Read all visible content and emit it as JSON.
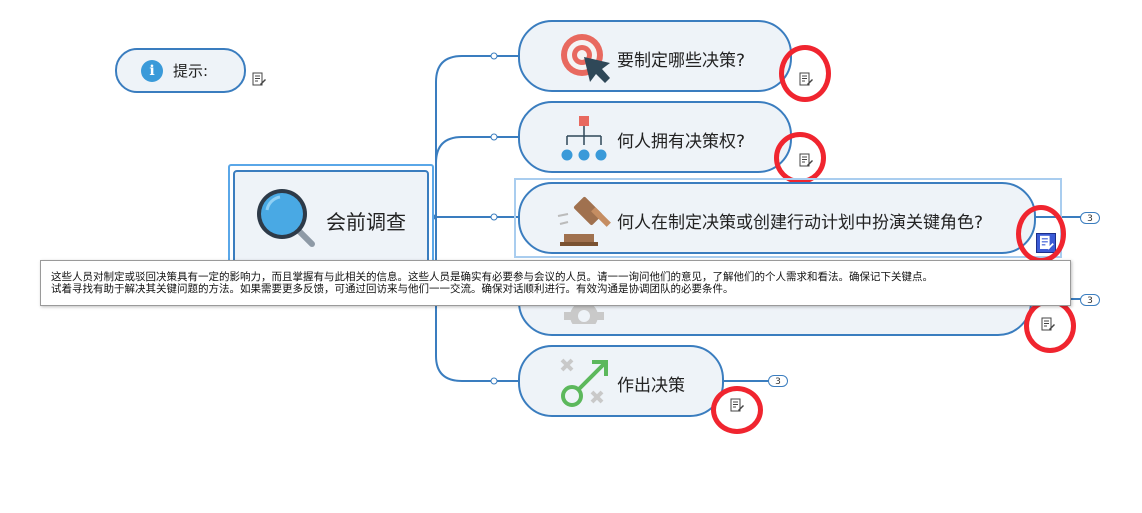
{
  "hint": {
    "label": "提示:"
  },
  "central": {
    "label": "会前调查"
  },
  "branches": [
    {
      "label": "要制定哪些决策?"
    },
    {
      "label": "何人拥有决策权?"
    },
    {
      "label": "何人在制定决策或创建行动计划中扮演关键角色?",
      "badge": "3"
    },
    {
      "label": "",
      "badge": "3"
    },
    {
      "label": "作出决策",
      "badge": "3"
    }
  ],
  "tooltip": {
    "line1": "这些人员对制定或驳回决策具有一定的影响力，而且掌握有与此相关的信息。这些人员是确实有必要参与会议的人员。请一一询问他们的意见，了解他们的个人需求和看法。确保记下关键点。",
    "line2": "试着寻找有助于解决其关键问题的方法。如果需要更多反馈，可通过回访来与他们一一交流。确保对话顺利进行。有效沟通是协调团队的必要条件。"
  },
  "colors": {
    "node_border": "#3a7dbf",
    "node_fill": "#eef3f8",
    "highlight": "#f0252f",
    "selection": "#a9cdef"
  },
  "icons": [
    "info-icon",
    "magnifier-icon",
    "target-icon",
    "org-chart-icon",
    "gavel-icon",
    "gear-icon",
    "decision-icon",
    "note-icon"
  ]
}
